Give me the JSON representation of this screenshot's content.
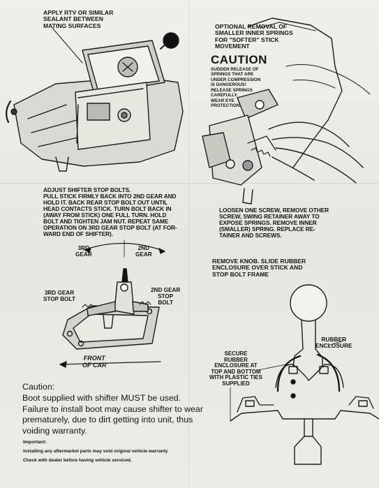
{
  "step_rtv": {
    "lines": [
      "APPLY RTV OR SIMILAR",
      "SEALANT BETWEEN",
      "MATING SURFACES"
    ]
  },
  "step_springs": {
    "lines": [
      "OPTIONAL REMOVAL OF",
      "SMALLER INNER SPRINGS",
      "FOR \"SOFTER\" STICK",
      "MOVEMENT"
    ]
  },
  "caution_box": {
    "title": "CAUTION",
    "lines": [
      "SUDDEN RELEASE OF",
      "SPRINGS THAT ARE",
      "UNDER COMPRESSION",
      "IS DANGEROUS!",
      "RELEASE SPRINGS",
      "CAREFULLY.",
      "WEAR EYE",
      "PROTECTION."
    ]
  },
  "step_stop_bolts": {
    "lines": [
      "ADJUST SHIFTER STOP BOLTS.",
      "PULL STICK FIRMLY BACK INTO 2ND GEAR AND",
      "HOLD IT. BACK REAR STOP BOLT OUT UNTIL",
      "HEAD CONTACTS STICK. TURN BOLT BACK IN",
      "(AWAY FROM STICK) ONE FULL TURN. HOLD",
      "BOLT AND TIGHTEN JAM NUT. REPEAT SAME",
      "OPERATION ON 3RD GEAR STOP BOLT (AT FOR-",
      "WARD END OF SHIFTER)."
    ]
  },
  "step_loosen": {
    "lines": [
      "LOOSEN ONE SCREW, REMOVE OTHER",
      "SCREW, SWING RETAINER AWAY TO",
      "EXPOSE SPRINGS. REMOVE INNER",
      "(SMALLER) SPRING. REPLACE RE-",
      "TAINER AND SCREWS."
    ]
  },
  "step_knob": {
    "lines": [
      "REMOVE KNOB. SLIDE RUBBER",
      "ENCLOSURE OVER STICK AND",
      "STOP BOLT FRAME"
    ]
  },
  "diagram_labels": {
    "gear3_a": "3RD",
    "gear3_b": "GEAR",
    "gear2_a": "2ND",
    "gear2_b": "GEAR",
    "stop3_a": "3RD GEAR",
    "stop3_b": "STOP BOLT",
    "stop2_a": "2ND GEAR",
    "stop2_b": "STOP",
    "stop2_c": "BOLT",
    "front_a": "FRONT",
    "front_b": "OF CAR",
    "rubber_a": "RUBBER",
    "rubber_b": "ENCLOSURE",
    "secure": [
      "SECURE",
      "RUBBER",
      "ENCLOSURE AT",
      "TOP AND BOTTOM",
      "WITH PLASTIC TIES",
      "SUPPLIED"
    ]
  },
  "bottom_caution": {
    "heading": "Caution:",
    "lines": [
      "Boot supplied with shifter MUST be used.",
      "Failure to install boot may cause shifter to wear",
      "prematurely, due to dirt getting into unit, thus",
      "voiding warranty."
    ]
  },
  "important": {
    "heading": "Important:",
    "line1": "Installing any aftermarket parts may void original vehicle warranty",
    "line2": "Check with dealer before having vehicle serviced."
  }
}
